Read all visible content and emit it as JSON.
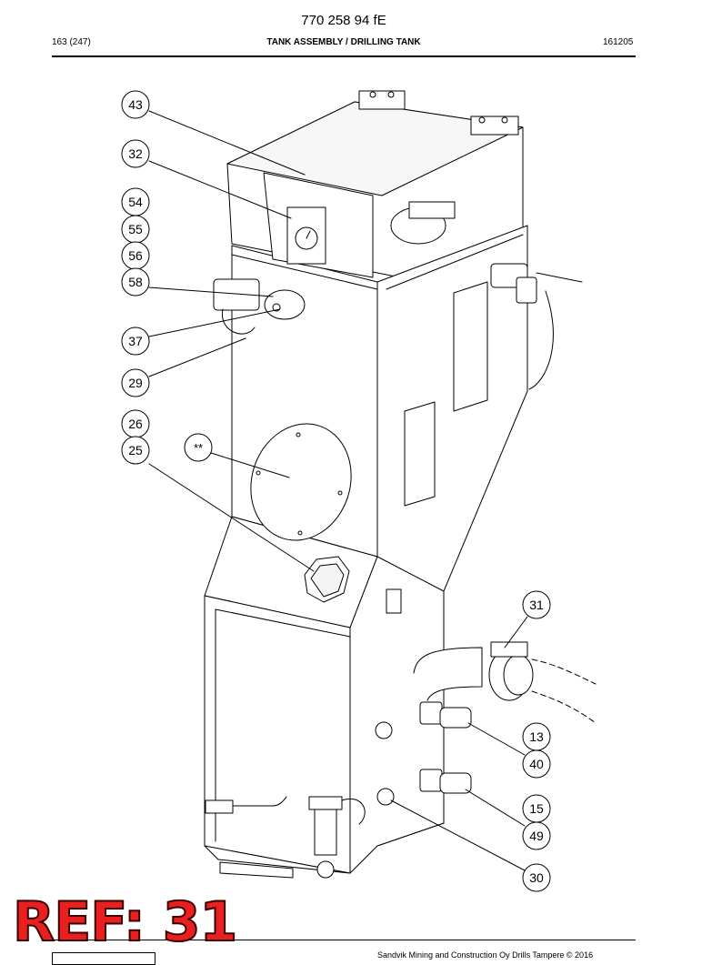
{
  "header": {
    "doc_number": "770 258 94 fE",
    "page": "163 (247)",
    "title": "TANK ASSEMBLY / DRILLING TANK",
    "date_code": "161205"
  },
  "callouts": [
    "43",
    "32",
    "54",
    "55",
    "56",
    "58",
    "37",
    "29",
    "26",
    "25",
    "**",
    "31",
    "13",
    "40",
    "15",
    "49",
    "30"
  ],
  "ref_label": "REF: 31",
  "footer": {
    "copyright": "Sandvik Mining and Construction Oy Drills Tampere © 2016"
  }
}
